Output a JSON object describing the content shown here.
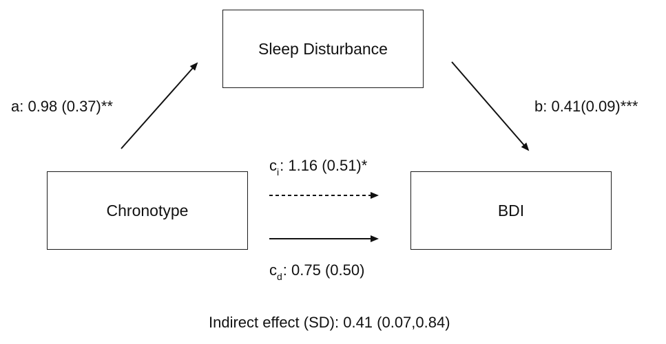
{
  "nodes": {
    "mediator": "Sleep Disturbance",
    "predictor": "Chronotype",
    "outcome": "BDI"
  },
  "paths": {
    "a": "a: 0.98 (0.37)**",
    "b": "b: 0.41(0.09)***",
    "ci": {
      "symbol": "c",
      "subscript": "i",
      "value": ": 1.16 (0.51)*"
    },
    "cd": {
      "symbol": "c",
      "subscript": "d",
      "value": ": 0.75 (0.50)"
    }
  },
  "indirect_effect": "Indirect effect (SD): 0.41 (0.07,0.84)",
  "colors": {
    "line": "#111111",
    "border": "#1a1a1a",
    "background": "#ffffff"
  }
}
